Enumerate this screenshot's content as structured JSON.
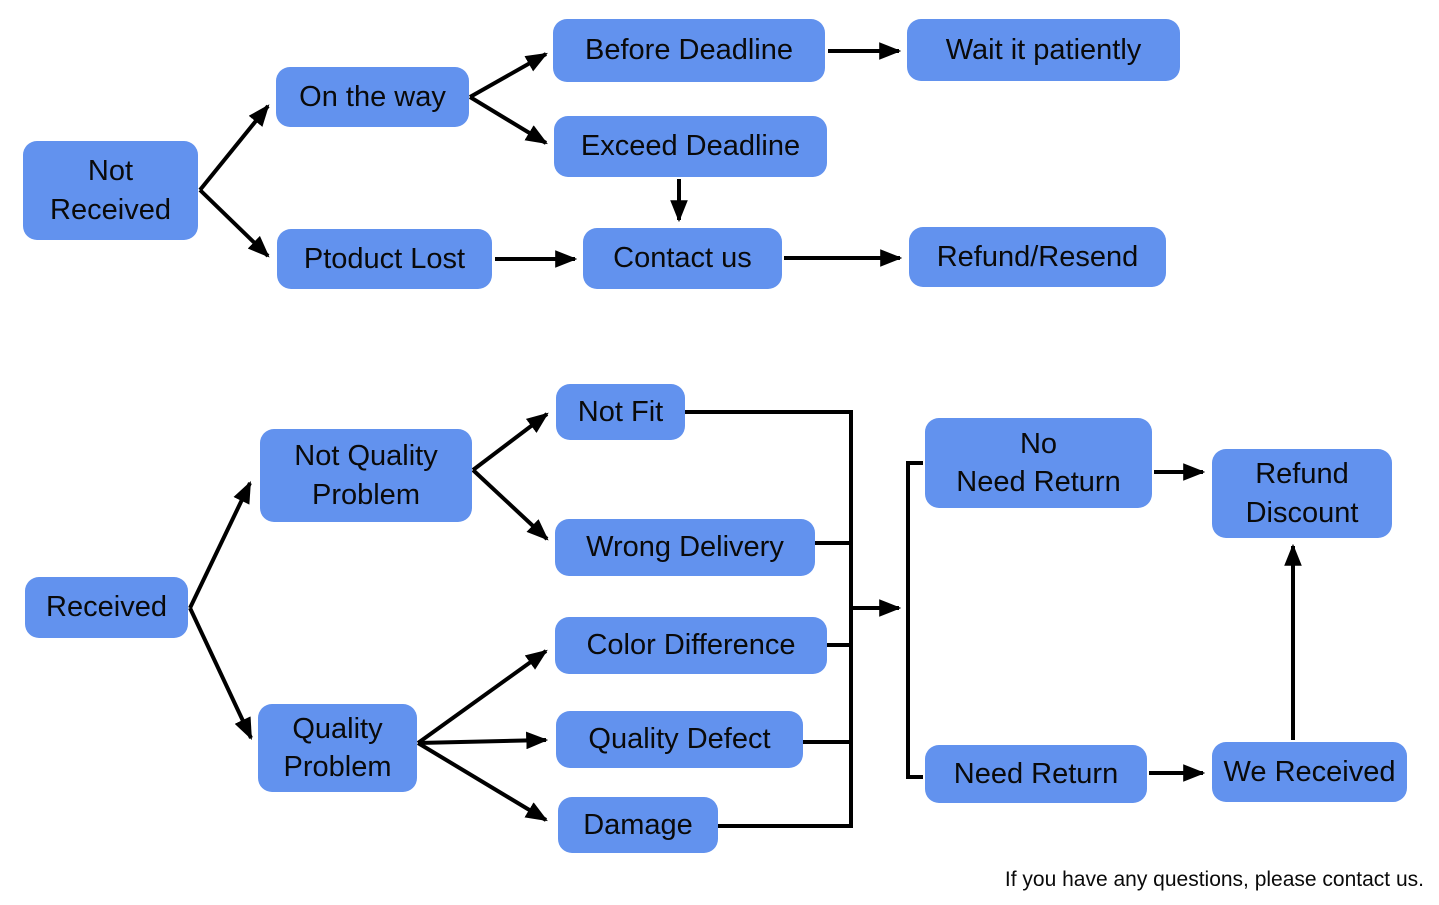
{
  "diagram": {
    "colors": {
      "node_fill": "#6292ee",
      "text": "#0a0a0a",
      "arrow": "#000000",
      "background": "#ffffff"
    },
    "nodes": {
      "not_received": "Not\nReceived",
      "on_the_way": "On the way",
      "before_deadline": "Before Deadline",
      "wait_it_patiently": "Wait it patiently",
      "exceed_deadline": "Exceed Deadline",
      "ptoduct_lost": "Ptoduct Lost",
      "contact_us": "Contact us",
      "refund_resend": "Refund/Resend",
      "received": "Received",
      "not_quality_problem": "Not Quality\nProblem",
      "not_fit": "Not Fit",
      "wrong_delivery": "Wrong Delivery",
      "color_difference": "Color Difference",
      "quality_problem": "Quality\nProblem",
      "quality_defect": "Quality Defect",
      "damage": "Damage",
      "no_need_return": "No\nNeed Return",
      "refund_discount": "Refund\nDiscount",
      "need_return": "Need Return",
      "we_received": "We Received"
    },
    "footer": "If you have any questions, please contact us."
  }
}
